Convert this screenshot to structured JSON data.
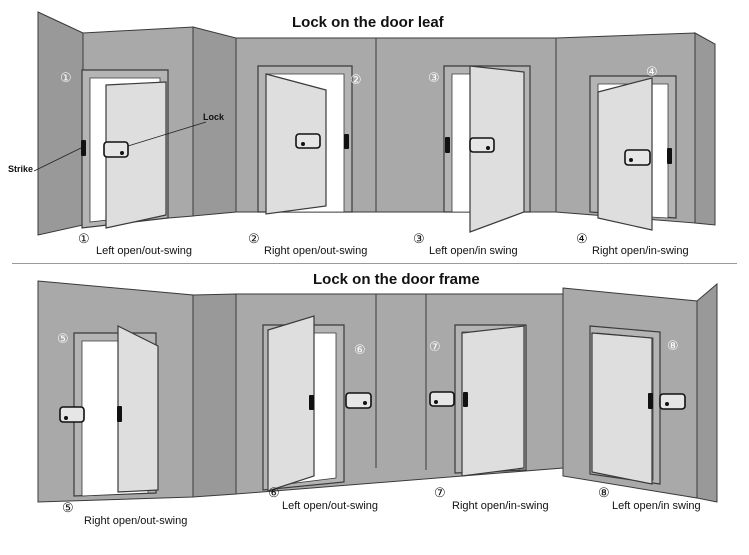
{
  "sections": [
    {
      "title": "Lock on the door leaf"
    },
    {
      "title": "Lock on the door frame"
    }
  ],
  "callouts": {
    "lock": "Lock",
    "strike": "Strike"
  },
  "panels": [
    {
      "number": "①",
      "caption": "Left open/out-swing"
    },
    {
      "number": "②",
      "caption": "Right open/out-swing"
    },
    {
      "number": "③",
      "caption": "Left open/in swing"
    },
    {
      "number": "④",
      "caption": "Right open/in-swing"
    },
    {
      "number": "⑤",
      "caption": "Right open/out-swing"
    },
    {
      "number": "⑥",
      "caption": "Left open/out-swing"
    },
    {
      "number": "⑦",
      "caption": "Right open/in-swing"
    },
    {
      "number": "⑧",
      "caption": "Left open/in swing"
    }
  ],
  "colors": {
    "wall": "#a9a9a9",
    "wall_dark": "#999999",
    "door": "#dedede",
    "outline": "#3a3a3a",
    "opening": "#ffffff"
  }
}
